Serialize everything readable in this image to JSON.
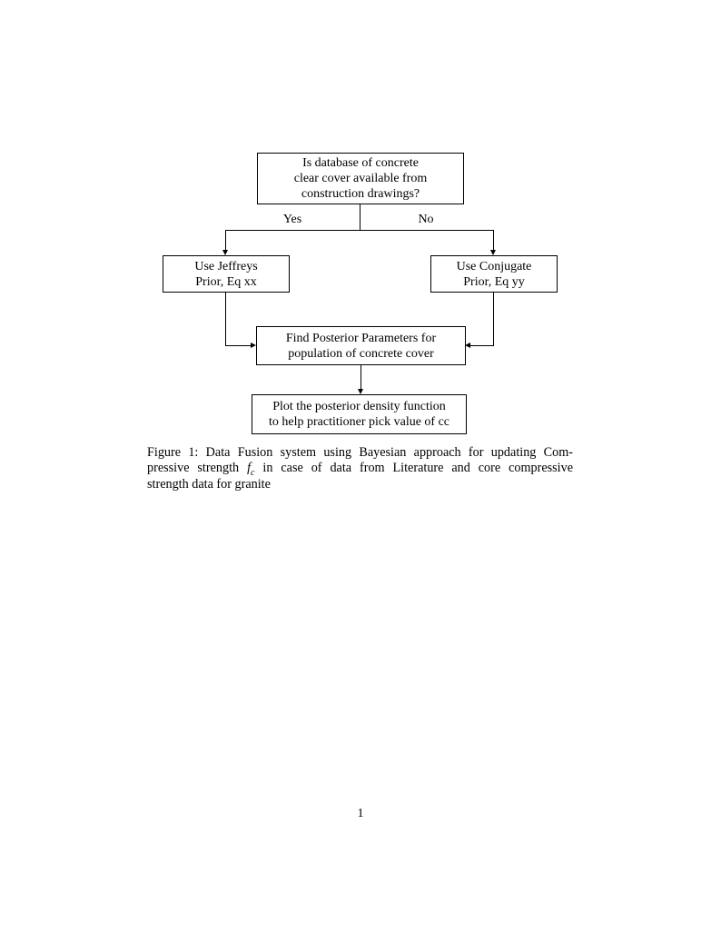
{
  "document": {
    "page_number": "1",
    "colors": {
      "ink": "#000000",
      "paper": "#ffffff"
    },
    "flowchart": {
      "boxes": {
        "decision": {
          "lines": [
            "Is database of concrete",
            "clear cover available from",
            "construction drawings?"
          ]
        },
        "jeffreys": {
          "lines": [
            "Use Jeffreys",
            "Prior, Eq xx"
          ]
        },
        "conjugate": {
          "lines": [
            "Use Conjugate",
            "Prior, Eq yy"
          ]
        },
        "posterior": {
          "lines": [
            "Find Posterior Parameters for",
            "population of concrete cover"
          ]
        },
        "plot": {
          "lines": [
            "Plot the posterior density function",
            "to help practitioner pick value of cc"
          ]
        }
      },
      "branch_labels": {
        "yes": "Yes",
        "no": "No"
      }
    },
    "caption": {
      "line1": "Figure 1: Data Fusion system using Bayesian approach for updating Com-",
      "line2_pre": "pressive strength",
      "math_f": "f",
      "math_sub": "c",
      "line2_post": "in case of data from Literature and core compressive",
      "line3": "strength data for granite"
    }
  }
}
